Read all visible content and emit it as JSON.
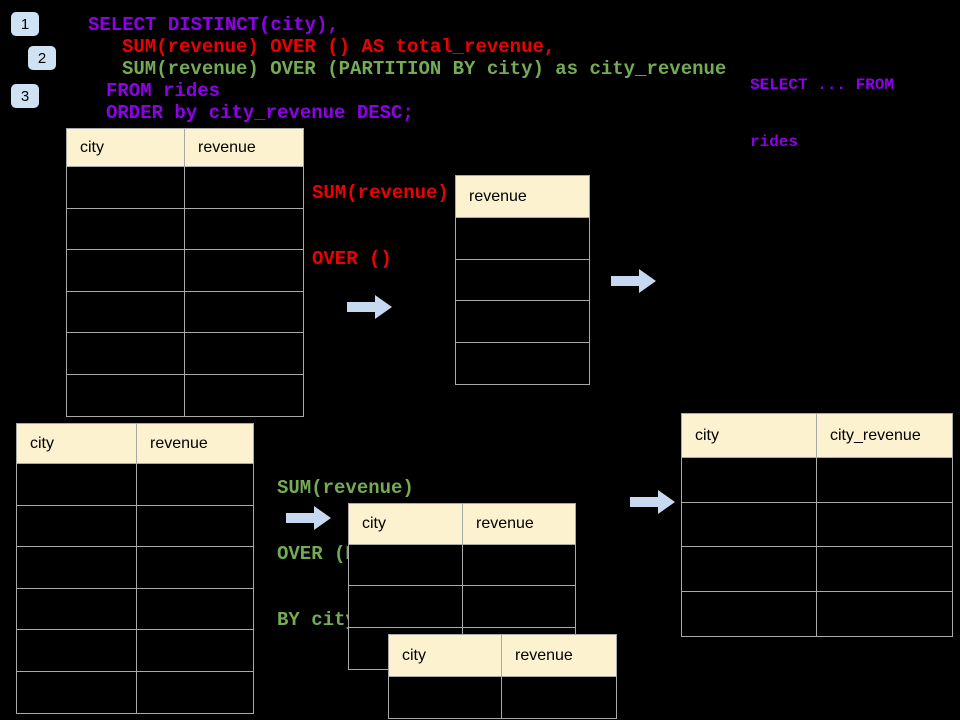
{
  "colors": {
    "purple": "#8e00e8",
    "red": "#ed0000",
    "green": "#74ab55",
    "header_fill": "#fdf2cf",
    "arrow_fill": "#c6d9f0",
    "badge_fill": "#cfe2f3",
    "border": "#a9a9a9",
    "background": "#000000"
  },
  "step_badges": [
    "1",
    "2",
    "3"
  ],
  "sql_code": {
    "line1": "SELECT DISTINCT(city),",
    "line2": "SUM(revenue) OVER () AS total_revenue,",
    "line3": "SUM(revenue) OVER (PARTITION BY city) as city_revenue",
    "line4": "FROM rides",
    "line5": "ORDER by city_revenue DESC;"
  },
  "side_note": {
    "line1": "SELECT ... FROM",
    "line2": "rides"
  },
  "annotations": {
    "total_revenue_label": {
      "line1": "SUM(revenue)",
      "line2": "OVER ()"
    },
    "partition_label": {
      "line1": "SUM(revenue)",
      "line2": "OVER (PARTITION",
      "line3": "BY city)"
    }
  },
  "tables": {
    "source_top": {
      "headers": [
        "city",
        "revenue"
      ],
      "empty_rows": 6
    },
    "total_result": {
      "headers": [
        "revenue"
      ],
      "empty_rows": 4
    },
    "source_bottom": {
      "headers": [
        "city",
        "revenue"
      ],
      "empty_rows": 6
    },
    "partition_step": {
      "headers": [
        "city",
        "revenue"
      ],
      "empty_rows": 3
    },
    "partition_step_overlay": {
      "headers": [
        "city",
        "revenue"
      ],
      "empty_rows": 1
    },
    "partition_result": {
      "headers": [
        "city",
        "city_revenue"
      ],
      "empty_rows": 4
    }
  }
}
